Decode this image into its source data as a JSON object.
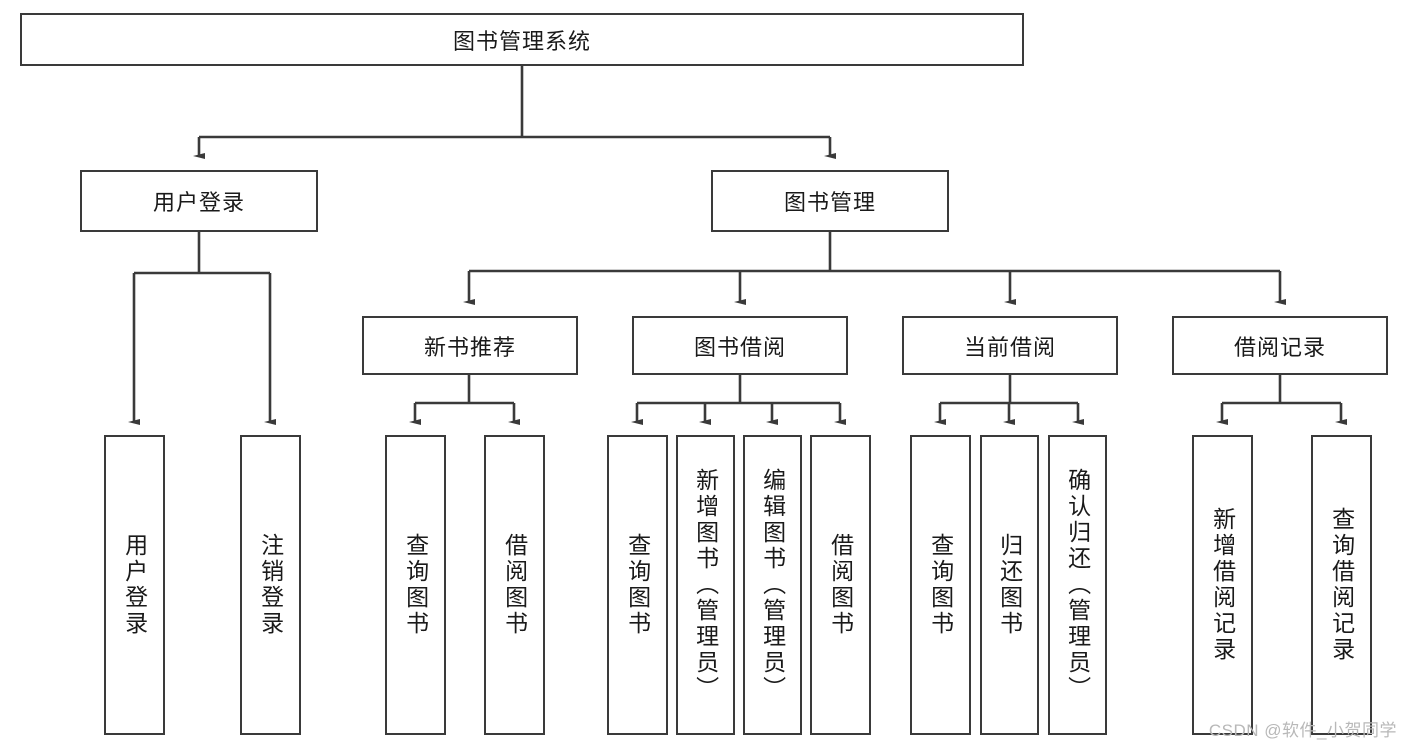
{
  "diagram": {
    "title": "图书管理系统",
    "type": "tree-hierarchy",
    "orientation": "top-down",
    "root": {
      "id": "root",
      "label": "图书管理系统"
    },
    "level2": [
      {
        "id": "user-login",
        "label": "用户登录"
      },
      {
        "id": "book-manage",
        "label": "图书管理"
      }
    ],
    "level3": [
      {
        "id": "new-book-rec",
        "label": "新书推荐",
        "parent": "book-manage"
      },
      {
        "id": "book-borrow",
        "label": "图书借阅",
        "parent": "book-manage"
      },
      {
        "id": "current-borrow",
        "label": "当前借阅",
        "parent": "book-manage"
      },
      {
        "id": "borrow-record",
        "label": "借阅记录",
        "parent": "book-manage"
      }
    ],
    "leaves": [
      {
        "id": "leaf-user-login",
        "label": "用户登录",
        "parent": "user-login"
      },
      {
        "id": "leaf-logout",
        "label": "注销登录",
        "parent": "user-login"
      },
      {
        "id": "leaf-query-book-1",
        "label": "查询图书",
        "parent": "new-book-rec"
      },
      {
        "id": "leaf-borrow-book-1",
        "label": "借阅图书",
        "parent": "new-book-rec"
      },
      {
        "id": "leaf-query-book-2",
        "label": "查询图书",
        "parent": "book-borrow"
      },
      {
        "id": "leaf-add-book",
        "label": "新增图书（管理员）",
        "parent": "book-borrow"
      },
      {
        "id": "leaf-edit-book",
        "label": "编辑图书（管理员）",
        "parent": "book-borrow"
      },
      {
        "id": "leaf-borrow-book-2",
        "label": "借阅图书",
        "parent": "book-borrow"
      },
      {
        "id": "leaf-query-book-3",
        "label": "查询图书",
        "parent": "current-borrow"
      },
      {
        "id": "leaf-return-book",
        "label": "归还图书",
        "parent": "current-borrow"
      },
      {
        "id": "leaf-confirm-return",
        "label": "确认归还（管理员）",
        "parent": "current-borrow"
      },
      {
        "id": "leaf-add-record",
        "label": "新增借阅记录",
        "parent": "borrow-record"
      },
      {
        "id": "leaf-query-record",
        "label": "查询借阅记录",
        "parent": "borrow-record"
      }
    ]
  },
  "watermark": {
    "text": "CSDN @软件_小贺同学"
  },
  "colors": {
    "stroke": "#3a3a3a",
    "box_fill": "#ffffff",
    "text": "#1a1a1a",
    "watermark": "#b8b8b8",
    "background": "#ffffff"
  }
}
